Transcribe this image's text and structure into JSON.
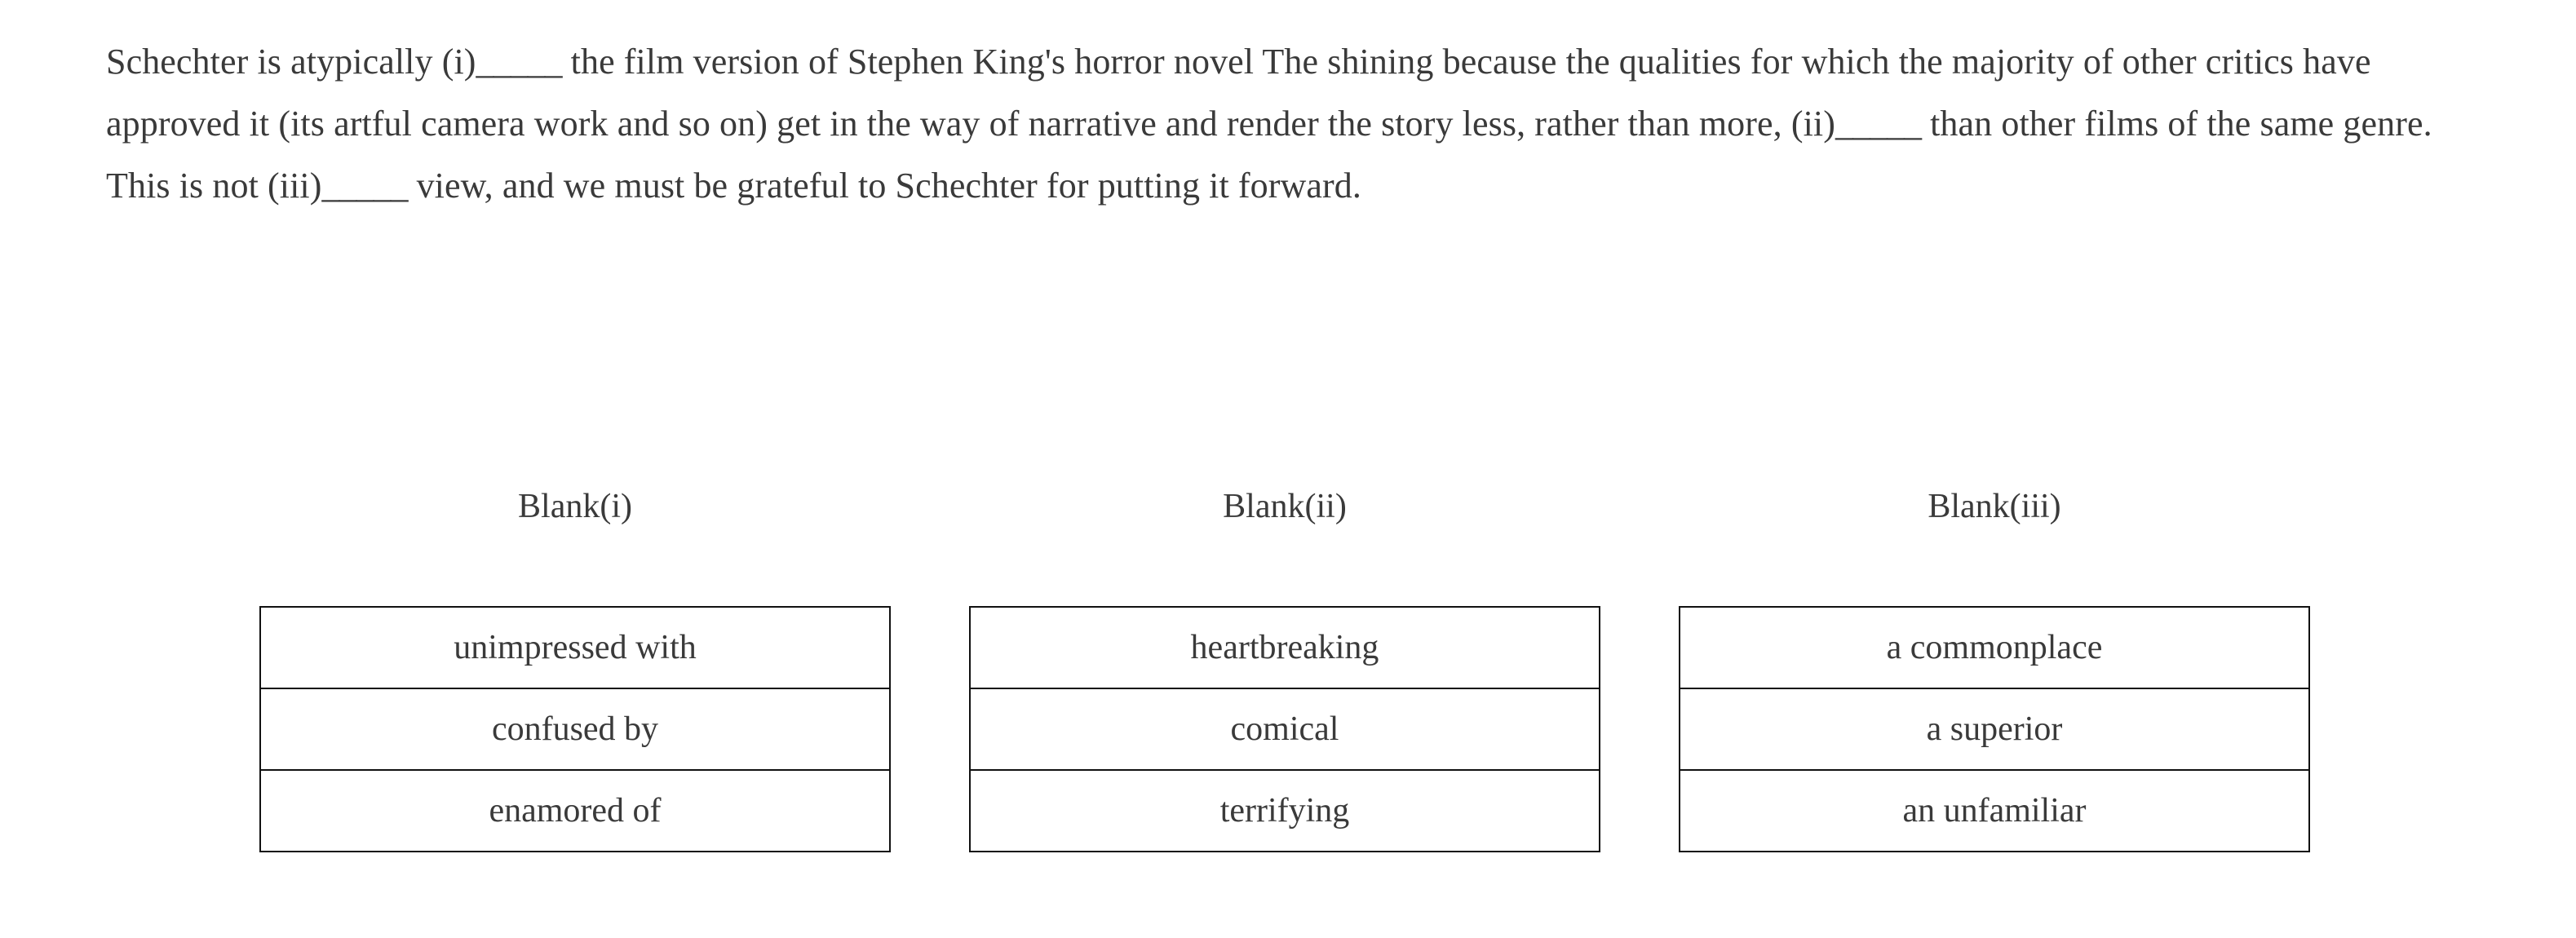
{
  "passage": {
    "segments": [
      {
        "type": "text",
        "value": "Schechter is atypically "
      },
      {
        "type": "text",
        "value": "(i)"
      },
      {
        "type": "blank",
        "value": "_____"
      },
      {
        "type": "text",
        "value": " the film version of Stephen King's horror novel The shining because the qualities for which the majority of other critics have approved it (its artful camera work and so on) get in the way of narrative and render the story less, rather than more, "
      },
      {
        "type": "text",
        "value": "(ii)"
      },
      {
        "type": "blank",
        "value": "_____"
      },
      {
        "type": "text",
        "value": " than other films of the same genre. This is not "
      },
      {
        "type": "text",
        "value": "(iii)"
      },
      {
        "type": "blank",
        "value": "_____"
      },
      {
        "type": "text",
        "value": " view, and we must be grateful to Schechter for putting it forward."
      }
    ],
    "full_text": "Schechter is atypically (i)_____ the film version of Stephen King's horror novel The shining because the qualities for which the majority of other critics have approved it (its artful camera work and so on) get in the way of narrative and render the story less, rather than more, (ii)_____ than other films of the same genre. This is not (iii)_____ view, and we must be grateful to Schechter for putting it forward."
  },
  "blanks": [
    {
      "header": "Blank(i)",
      "choices": [
        "unimpressed with",
        "confused by",
        "enamored of"
      ]
    },
    {
      "header": "Blank(ii)",
      "choices": [
        "heartbreaking",
        "comical",
        "terrifying"
      ]
    },
    {
      "header": "Blank(iii)",
      "choices": [
        "a commonplace",
        "a superior",
        "an unfamiliar"
      ]
    }
  ],
  "colors": {
    "background": "#ffffff",
    "text": "#3a3a3a",
    "border": "#111111"
  }
}
